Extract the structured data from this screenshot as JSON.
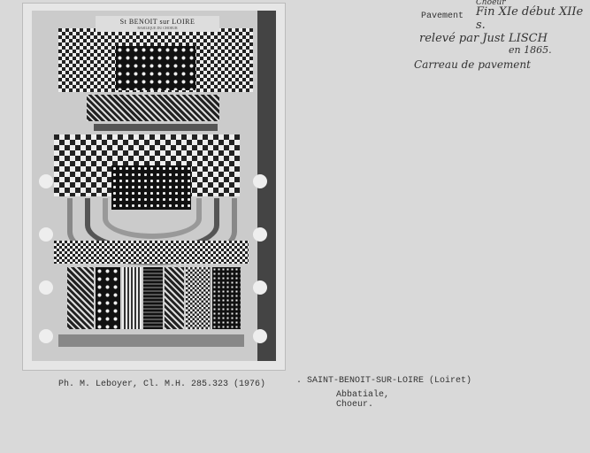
{
  "plate": {
    "title": "St BENOIT sur LOIRE",
    "subtitle": "BASILIQUE DU CHOEUR"
  },
  "annotations": {
    "pavement": "Pavement",
    "choeur": "Choeur",
    "date": "Fin XIe début XIIe s.",
    "releve": "relevé par Just LISCH",
    "year": "en 1865.",
    "carreau": "Carreau de pavement"
  },
  "caption": {
    "credit": "Ph. M. Leboyer, Cl. M.H. 285.323 (1976)",
    "location": ". SAINT-BENOIT-SUR-LOIRE (Loiret)",
    "building": "Abbatiale,",
    "part": "Choeur."
  }
}
